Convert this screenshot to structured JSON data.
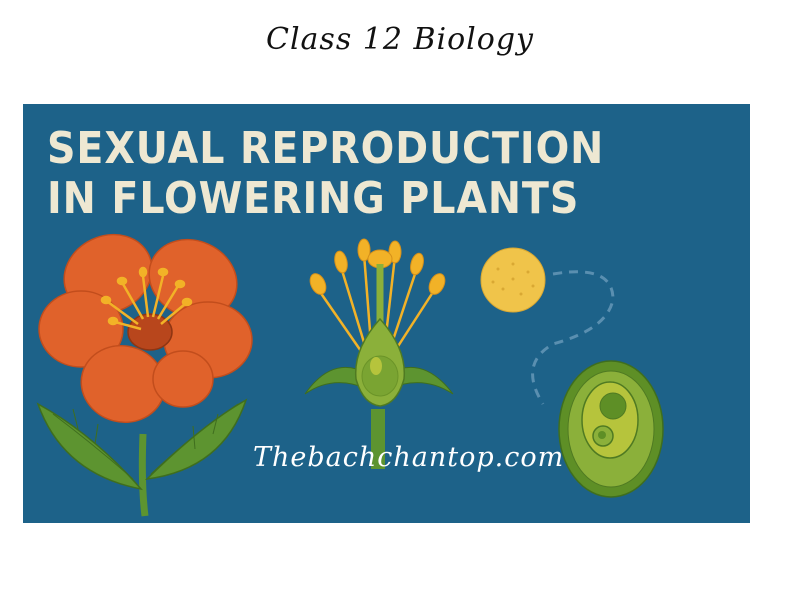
{
  "page": {
    "heading": "Class 12 Biology"
  },
  "banner": {
    "title_line1": "SEXUAL REPRODUCTION",
    "title_line2": "IN FLOWERING PLANTS",
    "watermark": "Thebachchantop.com",
    "colors": {
      "background": "#1d6289",
      "title_text": "#eee8d2",
      "petal": "#e0622b",
      "stamen": "#f2b227",
      "leaf": "#5d9430",
      "pistil": "#8bb03a",
      "pollen": "#f0c44a",
      "ovule_outer": "#5e8f26",
      "ovule_inner": "#b6c43c"
    },
    "illustrations": [
      "flower-illustration",
      "pistil-stamen-diagram",
      "pollen-grain",
      "ovule-diagram"
    ]
  }
}
